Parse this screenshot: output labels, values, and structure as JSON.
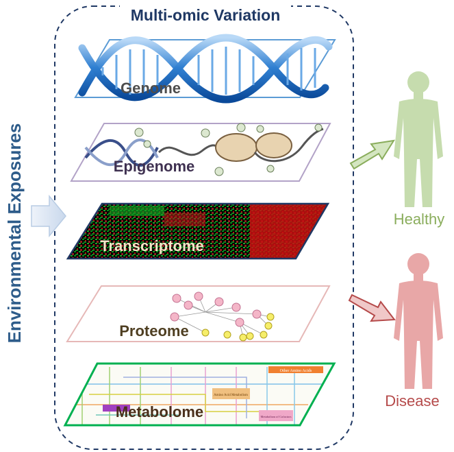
{
  "title": "Multi-omic Variation",
  "side_label": "Environmental Exposures",
  "layers": [
    {
      "label": "Genome"
    },
    {
      "label": "Epigenome"
    },
    {
      "label": "Transcriptome"
    },
    {
      "label": "Proteome"
    },
    {
      "label": "Metabolome"
    }
  ],
  "outcomes": {
    "healthy": {
      "label": "Healthy",
      "color": "#8aad5c",
      "fill": "#c6dcae"
    },
    "disease": {
      "label": "Disease",
      "color": "#b54a4a",
      "fill": "#e8a7a7"
    }
  },
  "colors": {
    "frame": "#1f3864",
    "genome_border": "#5b9bd5",
    "epigenome_border": "#b2a2c7",
    "transcriptome_border": "#1f3864",
    "proteome_border": "#e6b8b7",
    "metabolome_border": "#00b050",
    "exposure_arrow": "#dce6f2"
  },
  "metabolome_tags": [
    "Other Amino Acids",
    "Amino Acid Metabolism",
    "Metabolism of Cofactors"
  ]
}
